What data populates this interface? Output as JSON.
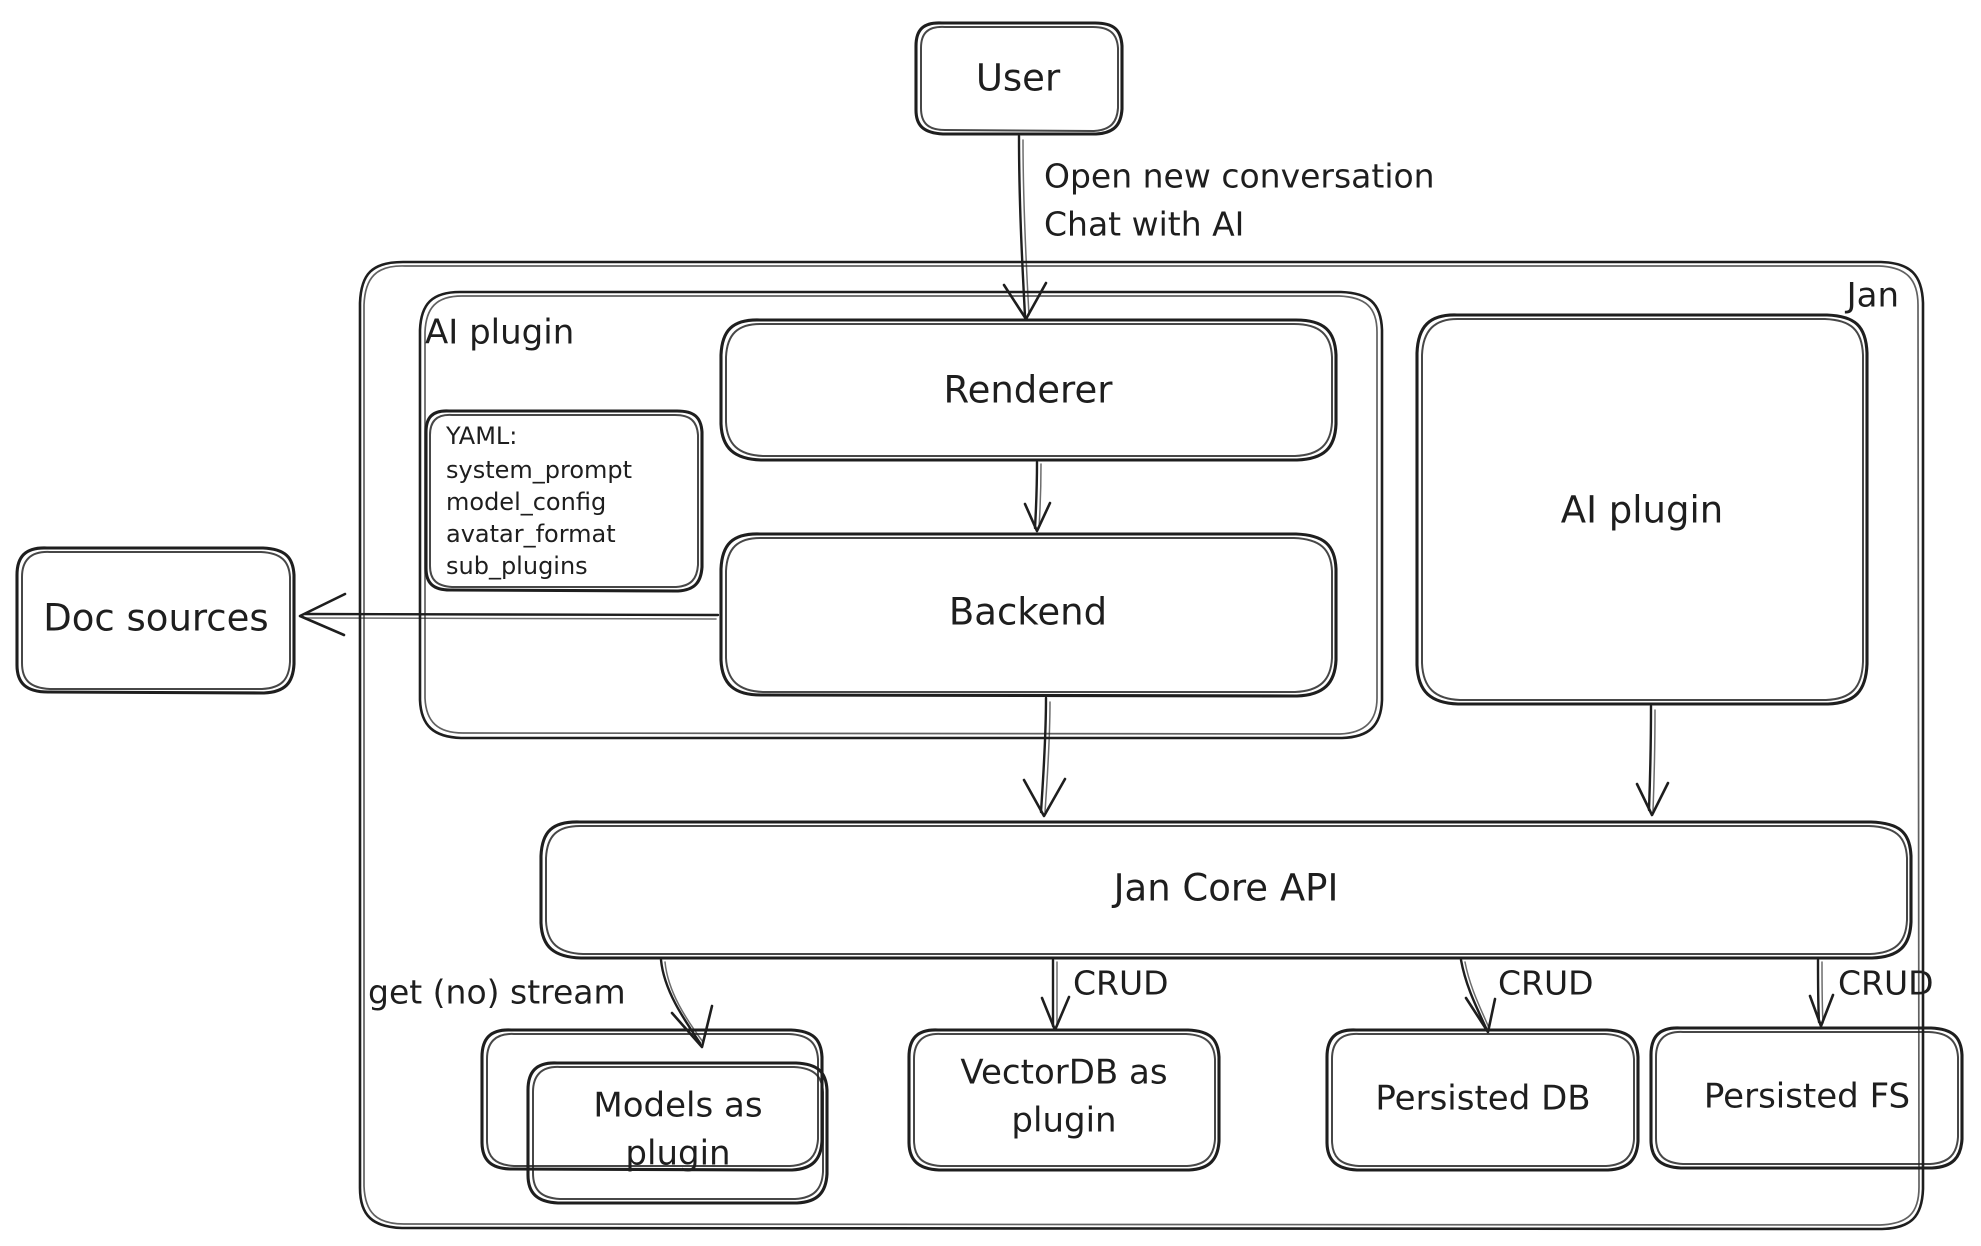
{
  "diagram": {
    "title": "Jan architecture diagram",
    "style": "hand-drawn sketch",
    "background": "#ffffff",
    "stroke_color": "#1e1e1e"
  },
  "nodes": {
    "user": {
      "label": "User"
    },
    "jan_container": {
      "label": "Jan"
    },
    "ai_plugin_group": {
      "label": "AI plugin"
    },
    "yaml_note": {
      "title": "YAML:",
      "items": [
        "system_prompt",
        "model_config",
        "avatar_format",
        "sub_plugins"
      ]
    },
    "renderer": {
      "label": "Renderer"
    },
    "backend": {
      "label": "Backend"
    },
    "doc_sources": {
      "label": "Doc sources"
    },
    "ai_plugin_box": {
      "label": "AI plugin"
    },
    "jan_core_api": {
      "label": "Jan Core API"
    },
    "models_plugin": {
      "label_line1": "Models as",
      "label_line2": "plugin"
    },
    "vectordb_plugin": {
      "label_line1": "VectorDB as",
      "label_line2": "plugin"
    },
    "persisted_db": {
      "label": "Persisted DB"
    },
    "persisted_fs": {
      "label": "Persisted FS"
    }
  },
  "edges": {
    "user_to_renderer": {
      "label_line1": "Open new conversation",
      "label_line2": "Chat with AI"
    },
    "renderer_to_backend": {
      "label": ""
    },
    "backend_to_doc_sources": {
      "label": ""
    },
    "backend_to_core": {
      "label": ""
    },
    "ai_plugin_to_core": {
      "label": ""
    },
    "core_to_models": {
      "label": "get (no) stream"
    },
    "core_to_vectordb": {
      "label": "CRUD"
    },
    "core_to_persisted_db": {
      "label": "CRUD"
    },
    "core_to_persisted_fs": {
      "label": "CRUD"
    }
  }
}
